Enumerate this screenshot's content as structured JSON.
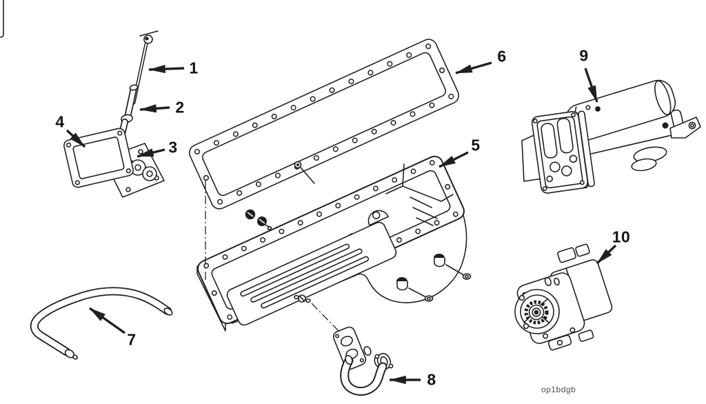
{
  "figure": {
    "code": "op1bdgb",
    "colors": {
      "ink": "#202020",
      "paper": "#ffffff",
      "code_text": "#4d4d4d"
    },
    "callouts": [
      {
        "number": "1"
      },
      {
        "number": "2"
      },
      {
        "number": "3"
      },
      {
        "number": "4"
      },
      {
        "number": "5"
      },
      {
        "number": "6"
      },
      {
        "number": "7"
      },
      {
        "number": "8"
      },
      {
        "number": "9"
      },
      {
        "number": "10"
      }
    ]
  }
}
